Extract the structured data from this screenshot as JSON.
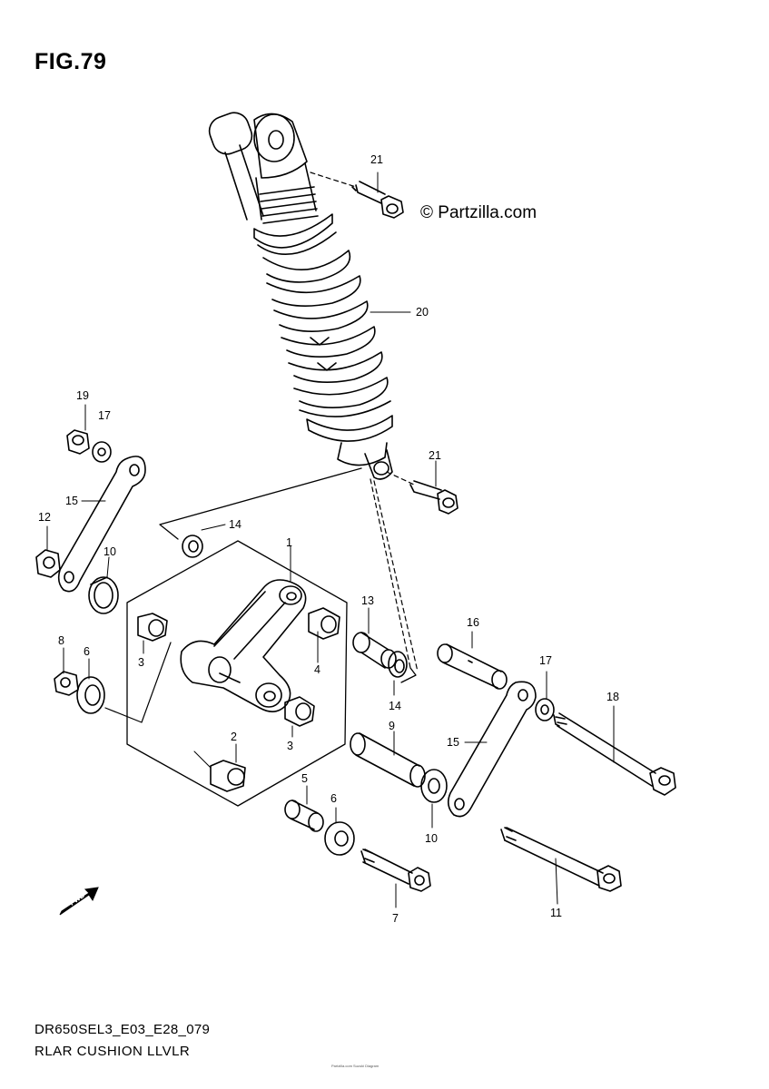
{
  "header": {
    "fig_title": "FIG.79",
    "watermark": "© Partzilla.com"
  },
  "footer": {
    "model_code": "DR650SEL3_E03_E28_079",
    "part_name": "RLAR CUSHION LLVLR",
    "tiny_text": "Partzilla.com Suzuki Diagram"
  },
  "callouts": [
    "21",
    "20",
    "21",
    "19",
    "17",
    "15",
    "12",
    "10",
    "14",
    "1",
    "13",
    "16",
    "3",
    "4",
    "8",
    "6",
    "14",
    "17",
    "18",
    "9",
    "15",
    "2",
    "3",
    "5",
    "6",
    "10",
    "7",
    "11"
  ],
  "fwd_label": "FWD"
}
